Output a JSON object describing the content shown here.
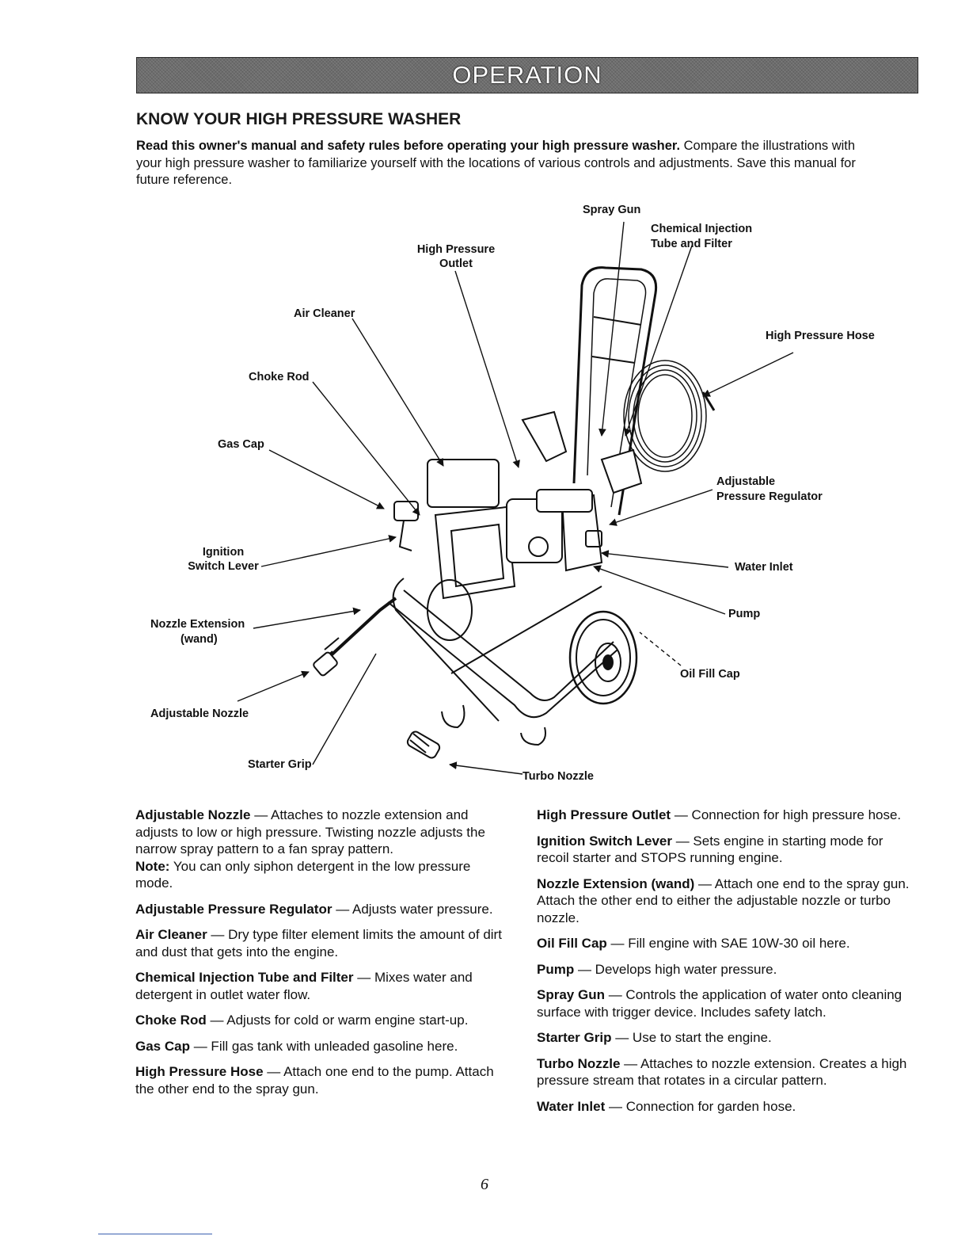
{
  "banner": {
    "title": "OPERATION"
  },
  "section": {
    "heading": "KNOW YOUR HIGH PRESSURE WASHER"
  },
  "intro": {
    "lead": "Read this owner's manual and safety rules before operating your high pressure washer.",
    "body": "Compare the illustrations with your high pressure washer to familiarize yourself with the locations of various controls and adjustments. Save this manual for future reference."
  },
  "callouts": {
    "spray_gun": "Spray Gun",
    "chemical_injection_1": "Chemical Injection",
    "chemical_injection_2": "Tube and Filter",
    "high_pressure_outlet_1": "High Pressure",
    "high_pressure_outlet_2": "Outlet",
    "air_cleaner": "Air Cleaner",
    "high_pressure_hose": "High Pressure Hose",
    "choke_rod": "Choke Rod",
    "gas_cap": "Gas Cap",
    "adjustable_regulator_1": "Adjustable",
    "adjustable_regulator_2": "Pressure Regulator",
    "ignition_1": "Ignition",
    "ignition_2": "Switch Lever",
    "water_inlet": "Water Inlet",
    "pump": "Pump",
    "nozzle_extension_1": "Nozzle Extension",
    "nozzle_extension_2": "(wand)",
    "oil_fill_cap": "Oil Fill Cap",
    "adjustable_nozzle": "Adjustable Nozzle",
    "starter_grip": "Starter Grip",
    "turbo_nozzle": "Turbo Nozzle"
  },
  "definitions_left": [
    {
      "term": "Adjustable Nozzle",
      "text": " — Attaches to nozzle extension and adjusts to low or high pressure. Twisting nozzle adjusts the narrow spray pattern to a fan spray pattern."
    },
    {
      "term": "Note:",
      "text": " You can only siphon detergent in the low pressure mode."
    },
    {
      "term": "Adjustable Pressure Regulator",
      "text": " — Adjusts water pressure."
    },
    {
      "term": "Air Cleaner",
      "text": " — Dry type filter element limits the amount of dirt and dust that gets into the engine."
    },
    {
      "term": "Chemical Injection Tube and Filter",
      "text": " — Mixes water and detergent in outlet water flow."
    },
    {
      "term": "Choke Rod",
      "text": " — Adjusts for cold or warm engine start-up."
    },
    {
      "term": "Gas Cap",
      "text": " — Fill gas tank with unleaded gasoline here."
    },
    {
      "term": "High Pressure Hose",
      "text": " — Attach one end to the pump. Attach the other end to the spray gun."
    }
  ],
  "definitions_right": [
    {
      "term": "High Pressure Outlet",
      "text": " — Connection for high pressure hose."
    },
    {
      "term": "Ignition Switch Lever",
      "text": " — Sets engine in starting mode for recoil starter and STOPS running engine."
    },
    {
      "term": "Nozzle Extension (wand)",
      "text": " — Attach one end to the spray gun. Attach the other end to either the adjustable nozzle or turbo nozzle."
    },
    {
      "term": "Oil Fill Cap",
      "text": " — Fill engine with SAE 10W-30 oil here."
    },
    {
      "term": "Pump",
      "text": " — Develops high water pressure."
    },
    {
      "term": "Spray Gun",
      "text": " — Controls the application of water onto cleaning surface with trigger device. Includes safety latch."
    },
    {
      "term": "Starter Grip",
      "text": " — Use to start the engine."
    },
    {
      "term": "Turbo Nozzle",
      "text": " — Attaches to nozzle extension. Creates a high pressure stream that rotates in a circular pattern."
    },
    {
      "term": "Water Inlet",
      "text": " — Connection for garden hose."
    }
  ],
  "page_number": "6"
}
